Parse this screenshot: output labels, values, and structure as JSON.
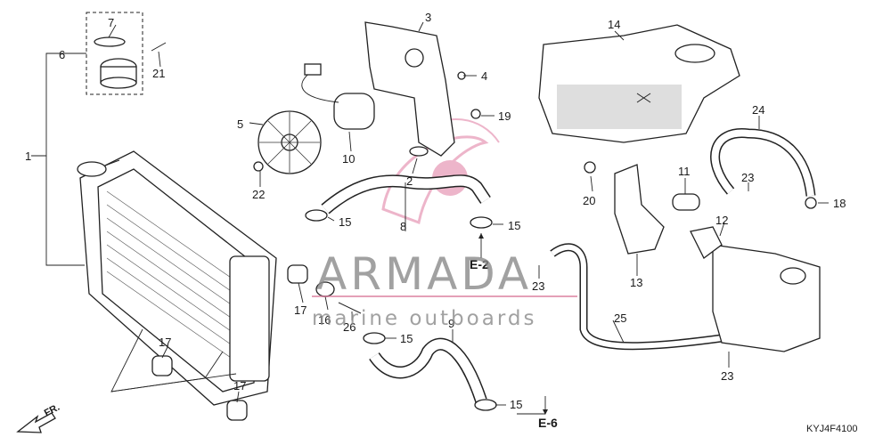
{
  "diagram_code": "KYJ4F4100",
  "direction_label": "FR.",
  "watermark": {
    "brand": "ARMADA",
    "tagline": "marine outboards"
  },
  "section_refs": [
    "E-2",
    "E-6"
  ],
  "callouts": {
    "c1": "1",
    "c2": "2",
    "c3": "3",
    "c4": "4",
    "c5": "5",
    "c6": "6",
    "c7": "7",
    "c8": "8",
    "c9": "9",
    "c10": "10",
    "c11": "11",
    "c12": "12",
    "c13": "13",
    "c14": "14",
    "c15a": "15",
    "c15b": "15",
    "c15c": "15",
    "c15d": "15",
    "c16": "16",
    "c17a": "17",
    "c17b": "17",
    "c17c": "17",
    "c18": "18",
    "c19": "19",
    "c20": "20",
    "c21": "21",
    "c22": "22",
    "c23a": "23",
    "c23b": "23",
    "c23c": "23",
    "c24": "24",
    "c25": "25",
    "c26": "26"
  },
  "colors": {
    "line": "#222222",
    "watermark_text": "#8a8a8a",
    "watermark_logo": "#d9789a"
  }
}
